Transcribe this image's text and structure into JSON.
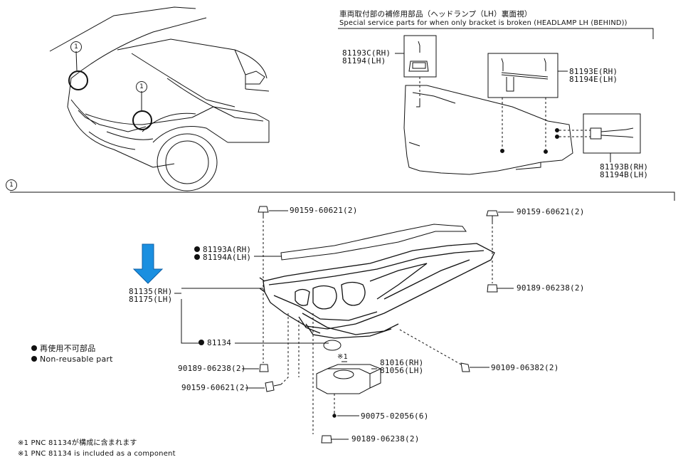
{
  "callout_ref": "1",
  "inset": {
    "title_jp": "車両取付部の補修用部品（ヘッドランプ（LH）裏面視）",
    "title_en": "Special service parts for when only bracket is broken (HEADLAMP LH (BEHIND))",
    "part_c_rh": "81193C(RH)",
    "part_c_lh": "81194(LH)",
    "part_e_rh": "81193E(RH)",
    "part_e_lh": "81194E(LH)",
    "part_b_rh": "81193B(RH)",
    "part_b_lh": "81194B(LH)"
  },
  "main": {
    "bolt_top_left": "90159-60621(2)",
    "bolt_top_right": "90159-60621(2)",
    "bracket_rh": "81193A(RH)",
    "bracket_lh": "81194A(LH)",
    "headlamp_rh": "81135(RH)",
    "headlamp_lh": "81175(LH)",
    "screw_right": "90189-06238(2)",
    "gasket": "81134",
    "screw_left": "90189-06238(2)",
    "bolt_left": "90159-60621(2)",
    "ballast_note": "※1",
    "ballast_rh": "81016(RH)",
    "ballast_lh": "81056(LH)",
    "screw_side": "90109-06382(2)",
    "screw_ballast": "90075-02056(6)",
    "screw_bottom": "90189-06238(2)"
  },
  "legend": {
    "jp": "再使用不可部品",
    "en": "Non-reusable part"
  },
  "footnotes": {
    "jp": "※1 PNC 81134が構成に含まれます",
    "en": "※1 PNC 81134 is included as a component"
  },
  "colors": {
    "line": "#111111",
    "arrow": "#1a8fe0",
    "arrow_edge": "#0d5fa6"
  }
}
